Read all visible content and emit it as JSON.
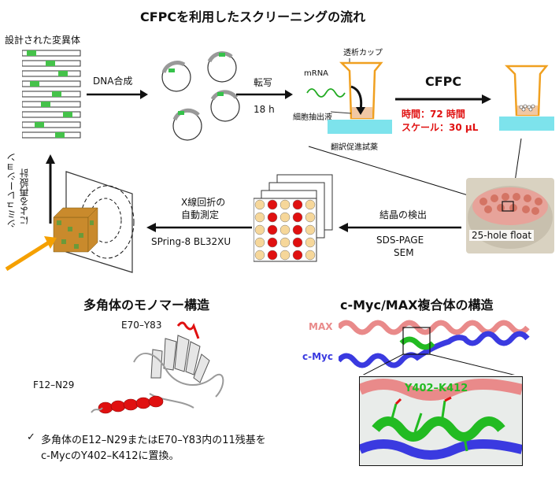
{
  "title": "CFPCを利用したスクリーニングの流れ",
  "flow": {
    "variants_label": "設計された変異体",
    "dna_synthesis": "DNA合成",
    "transcription": "転写",
    "transcription_time": "18 h",
    "dialysis_cup": "透析カップ",
    "mrna": "mRNA",
    "cell_extract": "細胞抽出液",
    "translation_reagent": "翻訳促進試薬",
    "cfpc": "CFPC",
    "time_text": "時間：72 時間",
    "scale_text": "スケール：30 µL",
    "float_label": "25-hole float",
    "crystal_detection": "結晶の検出",
    "sds_page": "SDS-PAGE",
    "sem": "SEM",
    "xray_line1": "X線回折の",
    "xray_line2": "自動測定",
    "beamline": "SPring-8 BL32XU",
    "redesign_line1": "シミュレーション",
    "redesign_line2": "による再設計"
  },
  "monomer": {
    "title": "多角体のモノマー構造",
    "region1": "E70–Y83",
    "region2": "F12–N29"
  },
  "complex": {
    "title": "c-Myc/MAX複合体の構造",
    "max_label": "MAX",
    "cmyc_label": "c-Myc",
    "zoom_label": "Y402–K412"
  },
  "note": {
    "check": "✓",
    "line1": "多角体のE12–N29またはE70–Y83内の11残基を",
    "line2": "c-MycのY402–K412に置換。"
  },
  "colors": {
    "arrow": "#111111",
    "red": "#e01010",
    "green": "#22bb22",
    "cup": "#f0a020",
    "cyan": "#7de3ec",
    "salmon": "#e98a8a",
    "blue": "#3a3ae0",
    "orange_arrow": "#f5a000"
  }
}
